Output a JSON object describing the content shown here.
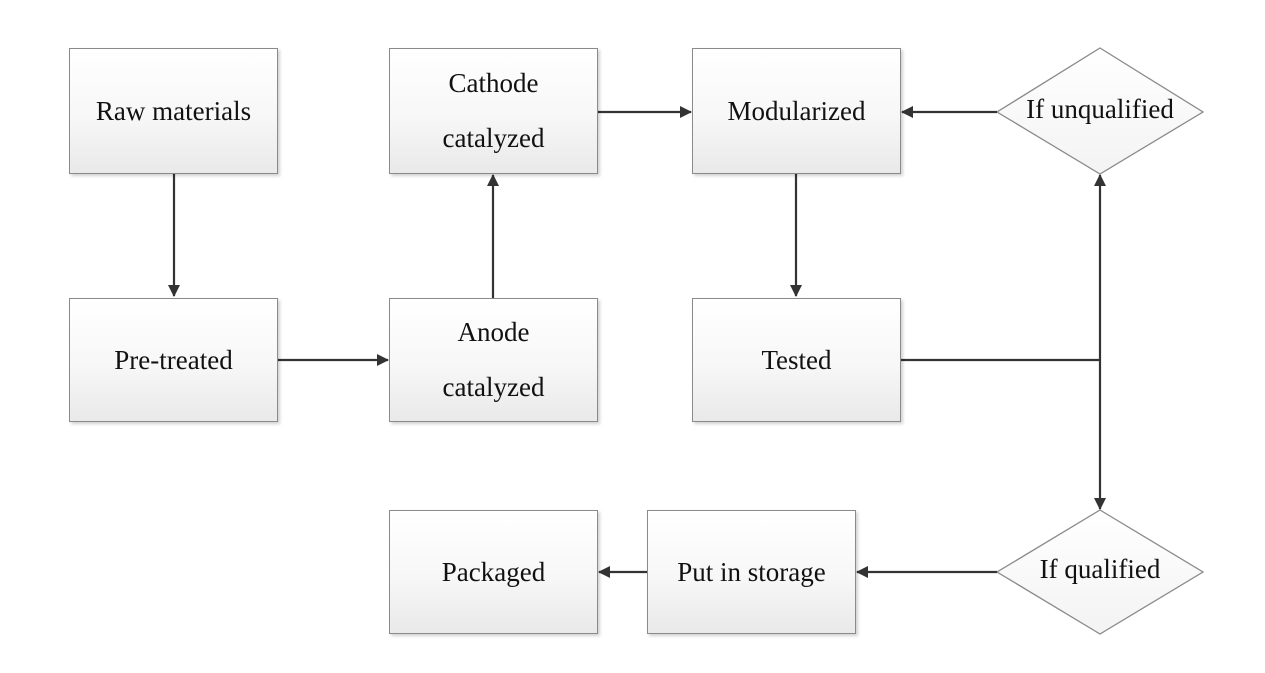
{
  "diagram": {
    "nodes": {
      "raw_materials": {
        "text": "Raw materials",
        "lines": [
          "Raw materials"
        ]
      },
      "pre_treated": {
        "text": "Pre-treated",
        "lines": [
          "Pre-treated"
        ]
      },
      "anode_catalyzed": {
        "text": "Anode catalyzed",
        "lines": [
          "Anode",
          "catalyzed"
        ]
      },
      "cathode_catalyzed": {
        "text": "Cathode catalyzed",
        "lines": [
          "Cathode",
          "catalyzed"
        ]
      },
      "modularized": {
        "text": "Modularized",
        "lines": [
          "Modularized"
        ]
      },
      "tested": {
        "text": "Tested",
        "lines": [
          "Tested"
        ]
      },
      "if_unqualified": {
        "text": "If unqualified",
        "lines": [
          "If unqualified"
        ]
      },
      "if_qualified": {
        "text": "If qualified",
        "lines": [
          "If qualified"
        ]
      },
      "put_in_storage": {
        "text": "Put in storage",
        "lines": [
          "Put in storage"
        ]
      },
      "packaged": {
        "text": "Packaged",
        "lines": [
          "Packaged"
        ]
      }
    },
    "edges": [
      {
        "from": "raw_materials",
        "to": "pre_treated"
      },
      {
        "from": "pre_treated",
        "to": "anode_catalyzed"
      },
      {
        "from": "anode_catalyzed",
        "to": "cathode_catalyzed"
      },
      {
        "from": "cathode_catalyzed",
        "to": "modularized"
      },
      {
        "from": "modularized",
        "to": "tested"
      },
      {
        "from": "tested",
        "to": "if_unqualified"
      },
      {
        "from": "tested",
        "to": "if_qualified"
      },
      {
        "from": "if_unqualified",
        "to": "modularized"
      },
      {
        "from": "if_qualified",
        "to": "put_in_storage"
      },
      {
        "from": "put_in_storage",
        "to": "packaged"
      }
    ],
    "colors": {
      "line": "#333333",
      "box_border": "#8a8a8a",
      "text": "#111111"
    }
  }
}
